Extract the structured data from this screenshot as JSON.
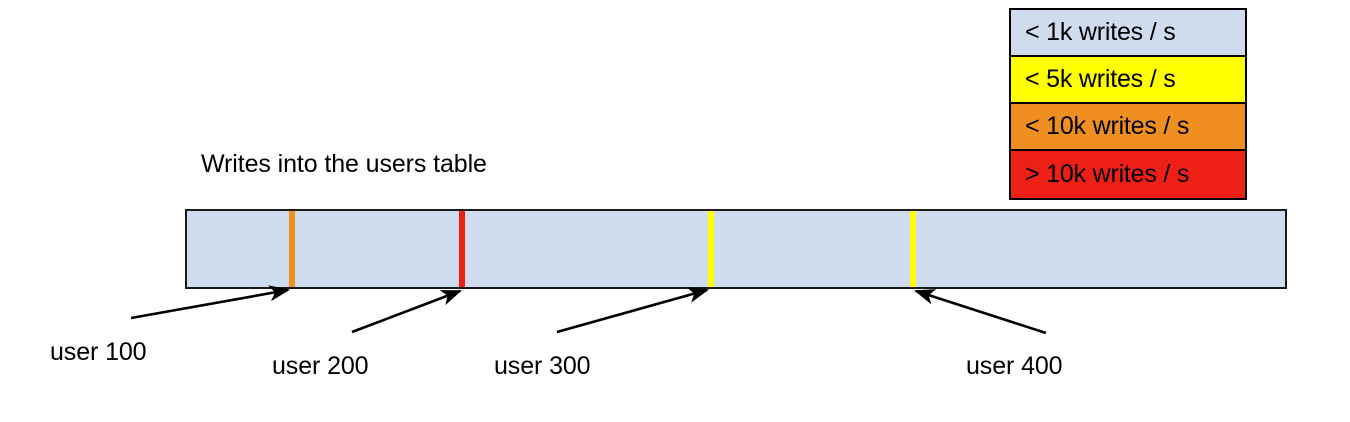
{
  "chart_data": {
    "type": "table",
    "title": "Writes into the users table",
    "description": "A horizontal band representing the users table, partitioned by shard boundary markers colored by write throughput.",
    "legend": {
      "position": "top-right",
      "entries": [
        {
          "label": "< 1k writes / s",
          "color": "#cfdcee"
        },
        {
          "label": "< 5k writes / s",
          "color": "#ffff00"
        },
        {
          "label": "< 10k writes / s",
          "color": "#ef8f21"
        },
        {
          "label": "> 10k writes / s",
          "color": "#ee2015"
        }
      ]
    },
    "bar": {
      "fill_color": "#cfdcee",
      "border_color": "#1a1a1a",
      "bucket": "< 1k writes / s"
    },
    "markers": [
      {
        "label": "user 100",
        "color": "#ef8f21",
        "bucket": "< 10k writes / s",
        "position_pct": 9.5
      },
      {
        "label": "user 200",
        "color": "#ee2015",
        "bucket": "> 10k writes / s",
        "position_pct": 25.0
      },
      {
        "label": "user 300",
        "color": "#ffff00",
        "bucket": "< 5k writes / s",
        "position_pct": 47.6
      },
      {
        "label": "user 400",
        "color": "#ffff00",
        "bucket": "< 5k writes / s",
        "position_pct": 66.0
      }
    ]
  },
  "legend": {
    "rows": [
      {
        "label": "< 1k writes / s"
      },
      {
        "label": "< 5k writes / s"
      },
      {
        "label": "< 10k writes / s"
      },
      {
        "label": "> 10k writes / s"
      }
    ]
  },
  "title": "Writes into the users table",
  "callouts": [
    {
      "label": "user 100"
    },
    {
      "label": "user 200"
    },
    {
      "label": "user 300"
    },
    {
      "label": "user 400"
    }
  ]
}
